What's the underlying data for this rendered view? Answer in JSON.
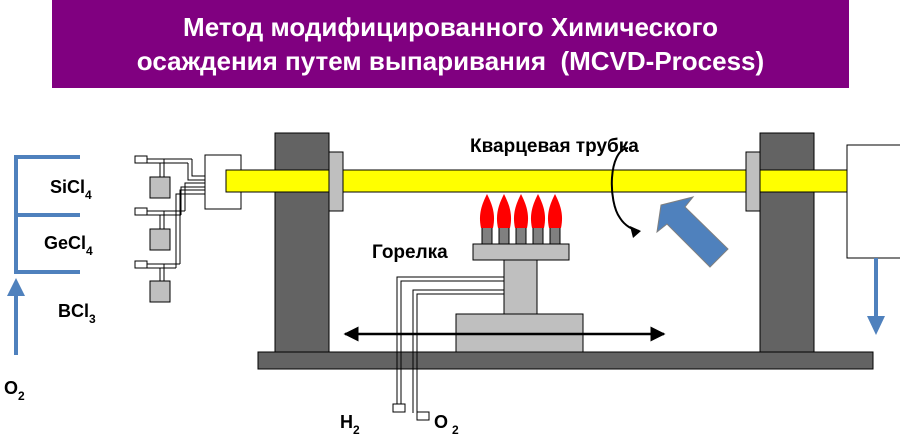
{
  "title": {
    "line1": "Метод модифицированного Химического",
    "line2": "осаждения путем выпаривания  (MCVD-Process)"
  },
  "labels": {
    "quartz_tube": "Кварцевая трубка",
    "burner": "Горелка",
    "sicl4": {
      "base": "SiCl",
      "sub": "4"
    },
    "gecl4": {
      "base": "GeCl",
      "sub": "4"
    },
    "bcl3": {
      "base": "BCl",
      "sub": "3"
    },
    "o2_inlet": {
      "base": "O",
      "sub": "2"
    },
    "h2": {
      "base": "H",
      "sub": "2"
    },
    "o2_burner": {
      "base": "O",
      "sub": "2"
    }
  },
  "colors": {
    "title_bg": "#800080",
    "title_text": "#ffffff",
    "tube": "#ffff00",
    "flow_arrow": "#4f81bd",
    "flame_red": "#ff0000",
    "frame_dark": "#636363",
    "frame_light": "#bfbfbf"
  }
}
